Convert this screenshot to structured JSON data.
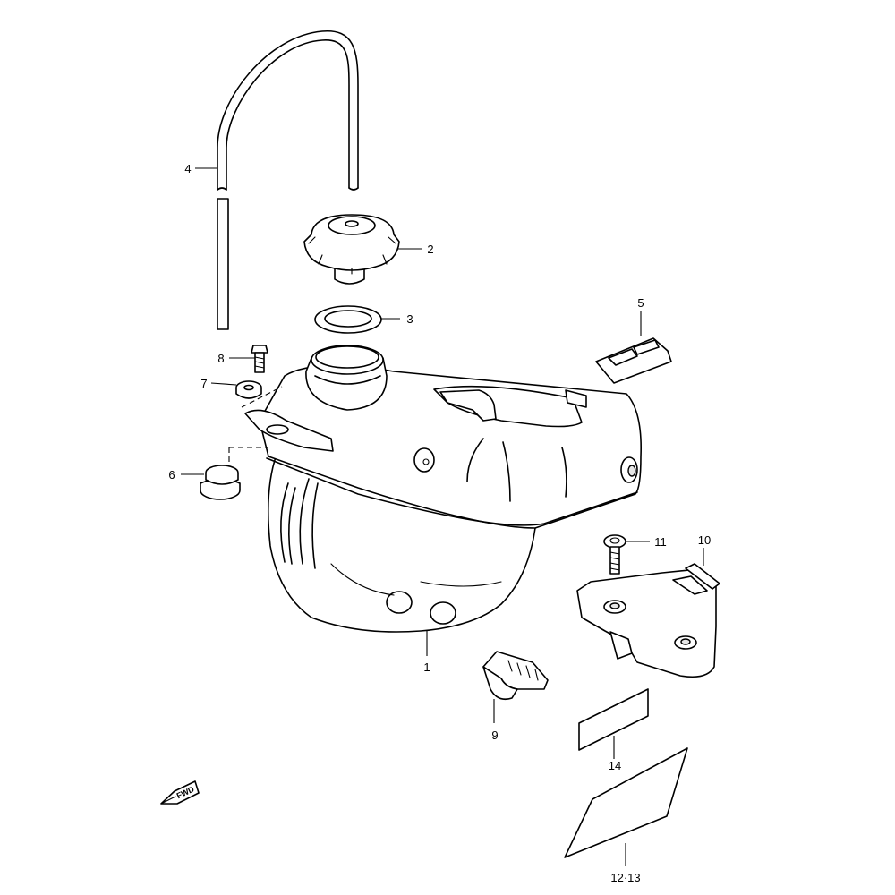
{
  "callouts": {
    "c1": "1",
    "c2": "2",
    "c3": "3",
    "c4": "4",
    "c5": "5",
    "c6": "6",
    "c7": "7",
    "c8": "8",
    "c9": "9",
    "c10": "10",
    "c11": "11",
    "c12_13": "12·13",
    "c14": "14"
  },
  "fwd_label": "FWD"
}
